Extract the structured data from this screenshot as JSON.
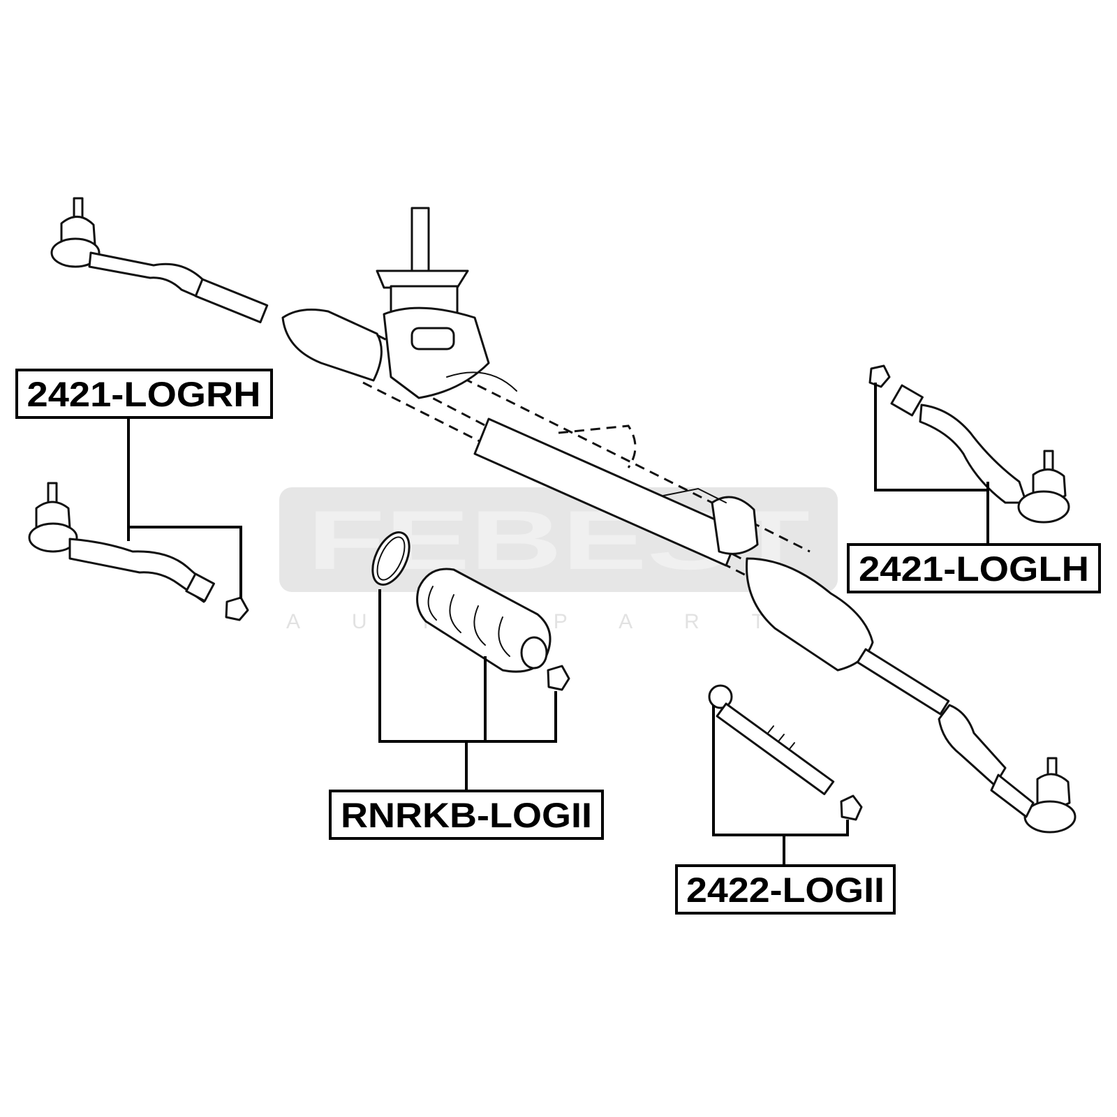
{
  "watermark": {
    "brand": "FEBEST",
    "tagline": "A U T O   P A R T S"
  },
  "labels": {
    "tie_rod_end_rh": "2421-LOGRH",
    "tie_rod_end_lh": "2421-LOGLH",
    "boot_kit": "RNRKB-LOGII",
    "inner_tie_rod": "2422-LOGII"
  }
}
